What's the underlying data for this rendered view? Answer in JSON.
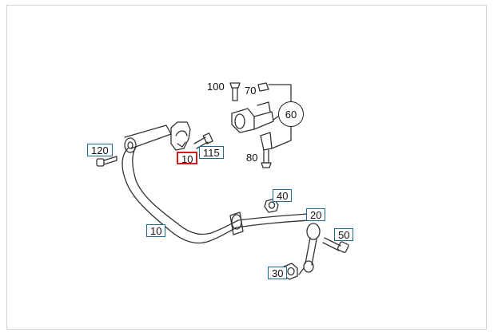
{
  "labels": {
    "l120": "120",
    "l10_sel": "10",
    "l115": "115",
    "l100": "100",
    "l70": "70",
    "l60": "60",
    "l80": "80",
    "l40": "40",
    "l20": "20",
    "l50": "50",
    "l10_bar": "10",
    "l30": "30"
  },
  "colors": {
    "callout_box": "#1a6aa0",
    "selected_box": "#d21b1b",
    "linework": "#333333"
  }
}
